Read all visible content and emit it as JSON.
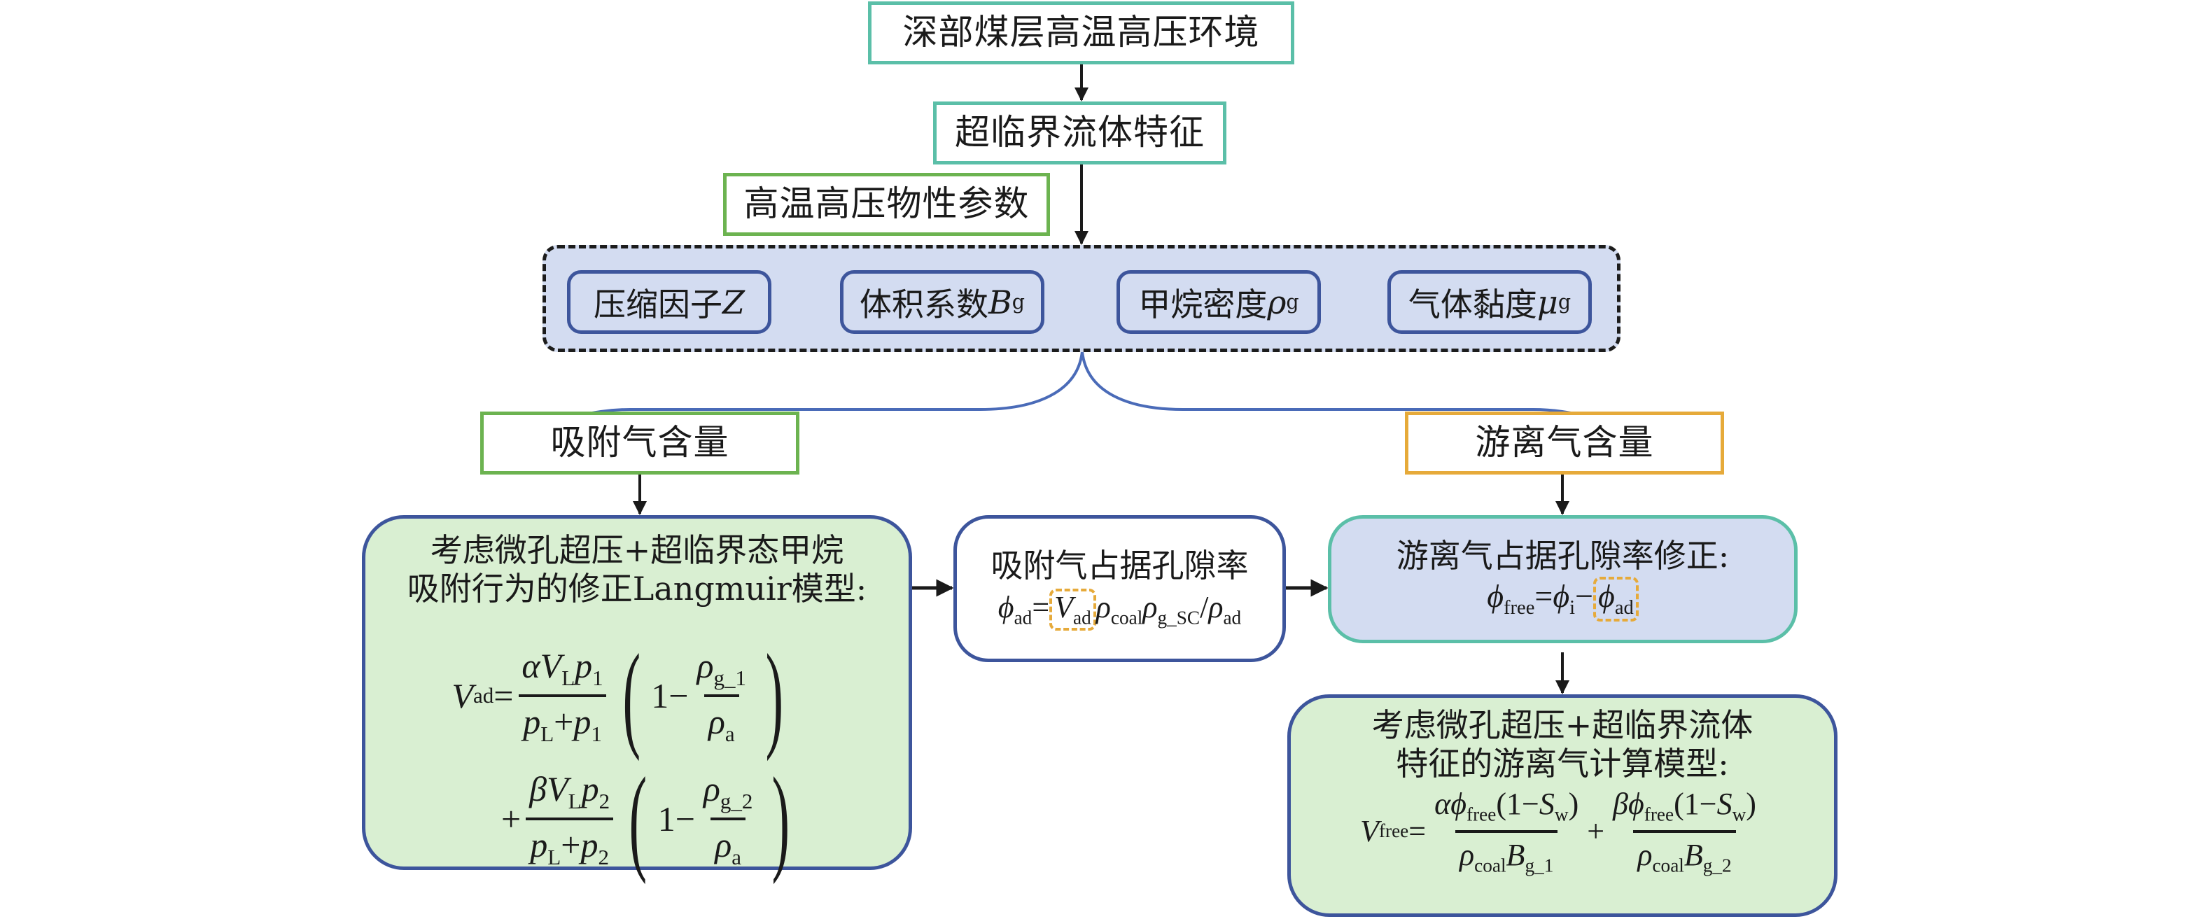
{
  "nodes": {
    "environment": "深部煤层高温高压环境",
    "supercritical": "超临界流体特征",
    "properties_label": "高温高压物性参数",
    "params": [
      {
        "text": "压缩因子",
        "symbol": "Z",
        "sub": ""
      },
      {
        "text": "体积系数",
        "symbol": "B",
        "sub": "g"
      },
      {
        "text": "甲烷密度",
        "symbol": "ρ",
        "sub": "g"
      },
      {
        "text": "气体黏度",
        "symbol": "μ",
        "sub": "g"
      }
    ],
    "adsorbed_content": "吸附气含量",
    "free_content": "游离气含量",
    "langmuir": {
      "title_line1": "考虑微孔超压+超临界态甲烷",
      "title_line2": "吸附行为的修正Langmuir模型:",
      "lhs_var": "V",
      "lhs_sub": "ad",
      "eq": "=",
      "plus": "+",
      "term1": {
        "coef": "α",
        "num_v": "V",
        "num_v_sub": "L",
        "num_p": "p",
        "num_p_sub": "1",
        "den_p": "p",
        "den_p_sub": "L",
        "den_plus": "+",
        "den_p2": "p",
        "den_p2_sub": "1",
        "one_minus": "1−",
        "rho_num": "ρ",
        "rho_num_sub": "g_1",
        "rho_den": "ρ",
        "rho_den_sub": "a"
      },
      "term2": {
        "coef": "β",
        "num_v": "V",
        "num_v_sub": "L",
        "num_p": "p",
        "num_p_sub": "2",
        "den_p": "p",
        "den_p_sub": "L",
        "den_plus": "+",
        "den_p2": "p",
        "den_p2_sub": "2",
        "one_minus": "1−",
        "rho_num": "ρ",
        "rho_num_sub": "g_2",
        "rho_den": "ρ",
        "rho_den_sub": "a"
      },
      "paren_left": "(",
      "paren_right": ")"
    },
    "adsorbed_porosity": {
      "title": "吸附气占据孔隙率",
      "phi": "ϕ",
      "phi_sub": "ad",
      "eq": "=",
      "v": "V",
      "v_sub": "ad",
      "rho1": "ρ",
      "rho1_sub": "coal",
      "rho2": "ρ",
      "rho2_sub": "g_SC",
      "slash": "/",
      "rho3": "ρ",
      "rho3_sub": "ad"
    },
    "free_porosity": {
      "title": "游离气占据孔隙率修正:",
      "phi": "ϕ",
      "phi_sub": "free",
      "eq": "=",
      "phi_i": "ϕ",
      "phi_i_sub": "i",
      "minus": "−",
      "phi_ad": "ϕ",
      "phi_ad_sub": "ad"
    },
    "free_model": {
      "title_line1": "考虑微孔超压+超临界流体",
      "title_line2": "特征的游离气计算模型:",
      "lhs_var": "V",
      "lhs_sub": "free",
      "eq": "=",
      "plus": "+",
      "term1": {
        "coef": "α",
        "phi": "ϕ",
        "phi_sub": "free",
        "paren": "(1−",
        "s": "S",
        "s_sub": "w",
        "close": ")",
        "rho": "ρ",
        "rho_sub": "coal",
        "b": "B",
        "b_sub": "g_1"
      },
      "term2": {
        "coef": "β",
        "phi": "ϕ",
        "phi_sub": "free",
        "paren": "(1−",
        "s": "S",
        "s_sub": "w",
        "close": ")",
        "rho": "ρ",
        "rho_sub": "coal",
        "b": "B",
        "b_sub": "g_2"
      }
    }
  },
  "colors": {
    "teal": "#5bbfa8",
    "green": "#6cb350",
    "orange": "#e6aa3a",
    "navy": "#3d559c",
    "bracket": "#4a6bb8",
    "fill_blue": "#d3dcf1",
    "fill_green": "#d9efd2"
  }
}
